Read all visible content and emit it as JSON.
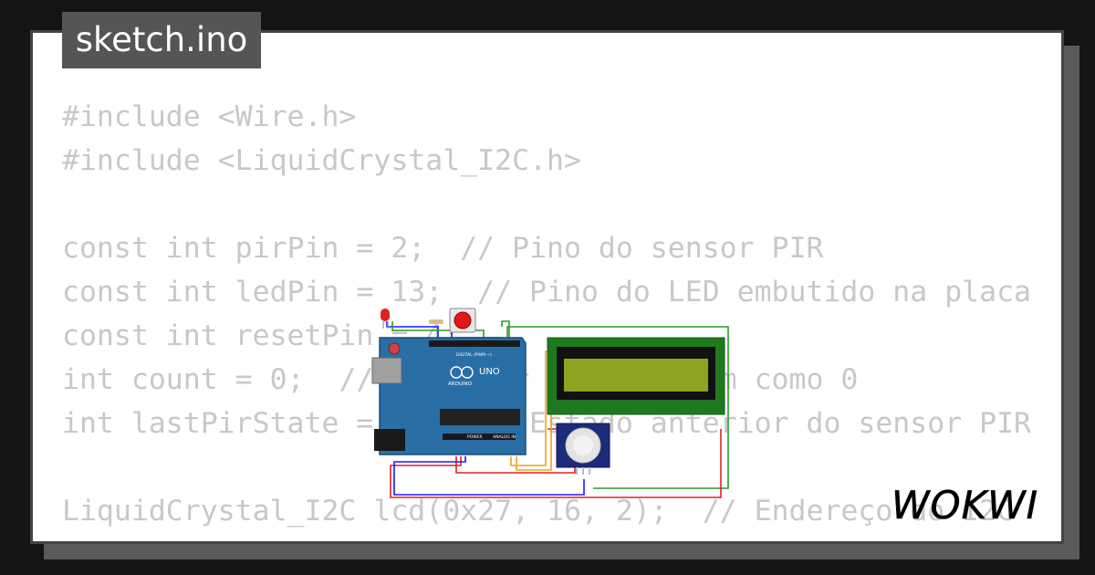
{
  "tab": {
    "filename": "sketch.ino"
  },
  "code_lines": [
    "#include <Wire.h>",
    "#include <LiquidCrystal_I2C.h>",
    "",
    "const int pirPin = 2;  // Pino do sensor PIR",
    "const int ledPin = 13;  // Pino do LED embutido na placa",
    "const int resetPin = 4;",
    "int count = 0;  // Contador iniciado em como 0",
    "int lastPirState = LOW; // Estado anterior do sensor PIR",
    "",
    "LiquidCrystal_I2C lcd(0x27, 16, 2);  // Endereço do I2C"
  ],
  "board": {
    "brand": "ARDUINO",
    "model": "UNO",
    "digital_label": "DIGITAL (PWM ~)",
    "analog_label": "ANALOG IN",
    "power_label": "POWER"
  },
  "brand": {
    "logo_text": "WOKWI"
  },
  "colors": {
    "background": "#141414",
    "card": "#ffffff",
    "code_text": "#c8c8c8",
    "tab_bg": "#555555",
    "board_blue": "#2a6ea6",
    "lcd_green": "#1f7a1f",
    "lcd_screen": "#8ea320"
  }
}
